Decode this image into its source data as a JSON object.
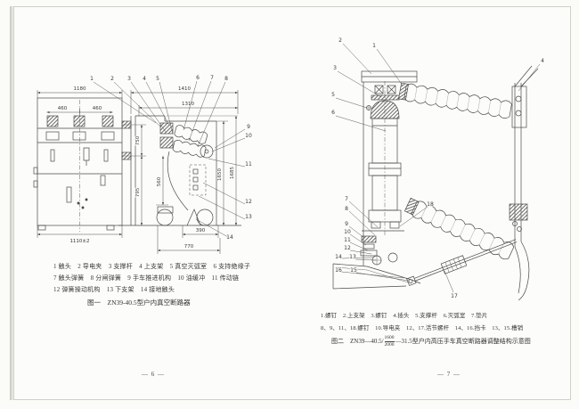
{
  "left_page": {
    "front_view": {
      "dim_width_top": "1180",
      "dim_bushing_left": "460",
      "dim_bushing_right": "460",
      "dim_width_bottom": "1110±2"
    },
    "side_view": {
      "dim_depth_total": "1410",
      "dim_depth_inner": "1310",
      "dim_height_upper": "750",
      "dim_height_lower": "795",
      "dim_height_mech": "560",
      "dim_height_inner": "1650",
      "dim_height_overall": "1685",
      "dim_wheelbase": "390",
      "dim_depth_base": "770"
    },
    "callouts": {
      "c1": "1",
      "c2": "2",
      "c3": "3",
      "c4": "4",
      "c5": "5",
      "c6": "6",
      "c7": "7",
      "c8": "8",
      "c9": "9",
      "c10": "10",
      "c11": "11",
      "c12": "12",
      "c13": "13",
      "c14": "14"
    },
    "parts_line1": "1 触头　2 导电夹　3 支撑杆　4 上支架　5 真空灭弧室　6 支持绝缘子",
    "parts_line2": "7 触头弹簧　8 分闸弹簧　9 手车推进机构　10 油缓冲　11 传动链",
    "parts_line3": "12 弹簧操动机构　13 下支架　14 接地触头",
    "caption": "图一　ZN39-40.5型户内真空断路器",
    "page_number": "— 6 —"
  },
  "right_page": {
    "callouts": {
      "c1": "1",
      "c2": "2",
      "c3": "3",
      "c4": "4",
      "c5": "5",
      "c6": "6",
      "c7": "7",
      "c8": "8",
      "c9": "9",
      "c10": "10",
      "c11": "11",
      "c12": "12",
      "c13": "13",
      "c14": "14",
      "c15": "15",
      "c16": "16",
      "c17": "17",
      "c18": "18"
    },
    "parts_line1": "1.螺钉　2.上支架　3.螺钉　4.插头　5.支撑杆　6.灭弧室　7.垫片",
    "parts_line2": "8、9、11、18.螺钉　10.导电夹　12、17.活节螺杆　14、16.挡卡　13、15.槽销",
    "caption_prefix": "图二　ZN39—40.5/",
    "caption_fraction_numerator": "1600",
    "caption_fraction_denominator": "2000",
    "caption_suffix": "—31.5型户内高压手车真空断路器调整结构示意图",
    "page_number": "— 7 —"
  }
}
